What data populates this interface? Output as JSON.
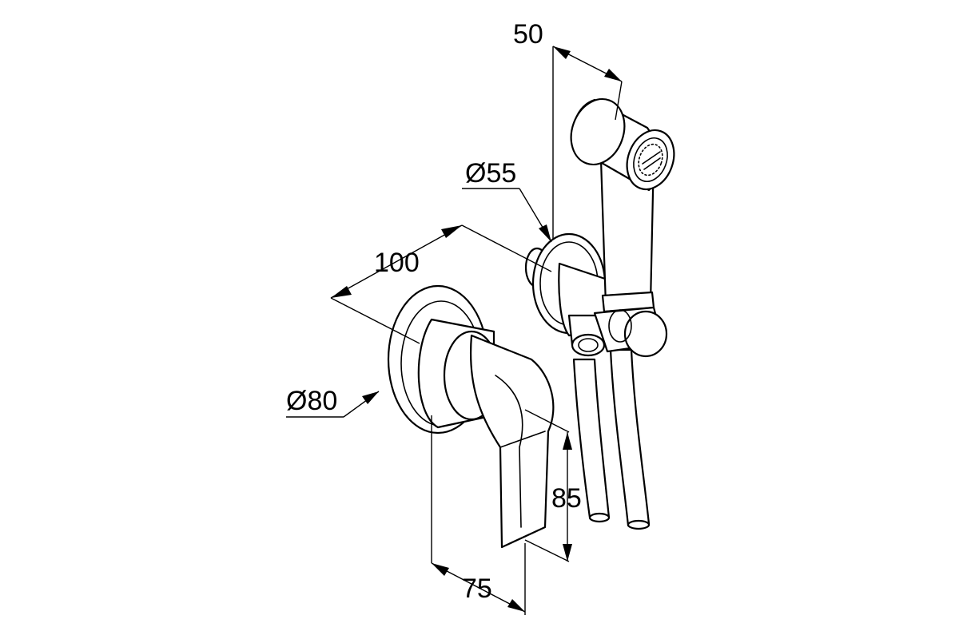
{
  "dimensions": {
    "top_width": "50",
    "holder_diameter": "Ø55",
    "plate_distance": "100",
    "escutcheon_diameter": "Ø80",
    "lever_height": "85",
    "lever_projection": "75"
  },
  "colors": {
    "line": "#000000",
    "background": "#ffffff"
  }
}
